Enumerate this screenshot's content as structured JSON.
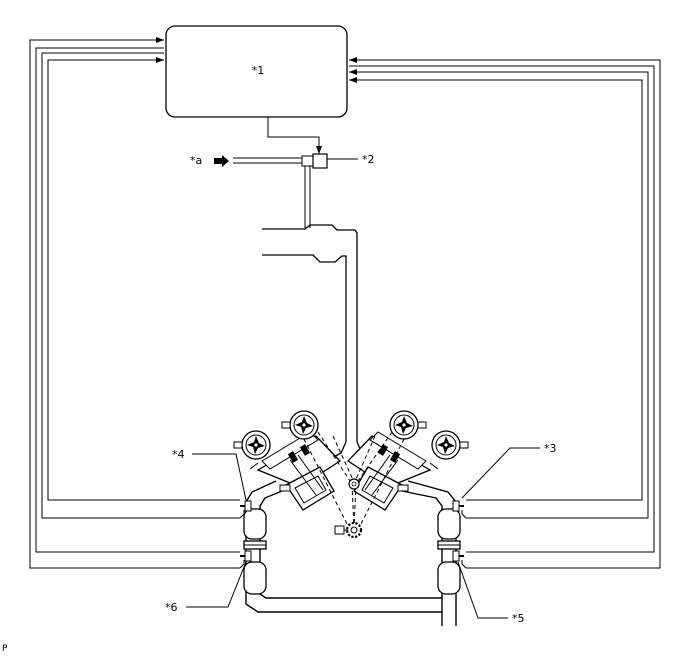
{
  "labels": {
    "ecm": "*1",
    "sensor2": "*2",
    "sensor3": "*3",
    "sensor4": "*4",
    "sensor5": "*5",
    "sensor6": "*6",
    "air_inlet": "*a"
  },
  "footer_code": "P",
  "colors": {
    "line": "#000000",
    "background": "#ffffff"
  }
}
